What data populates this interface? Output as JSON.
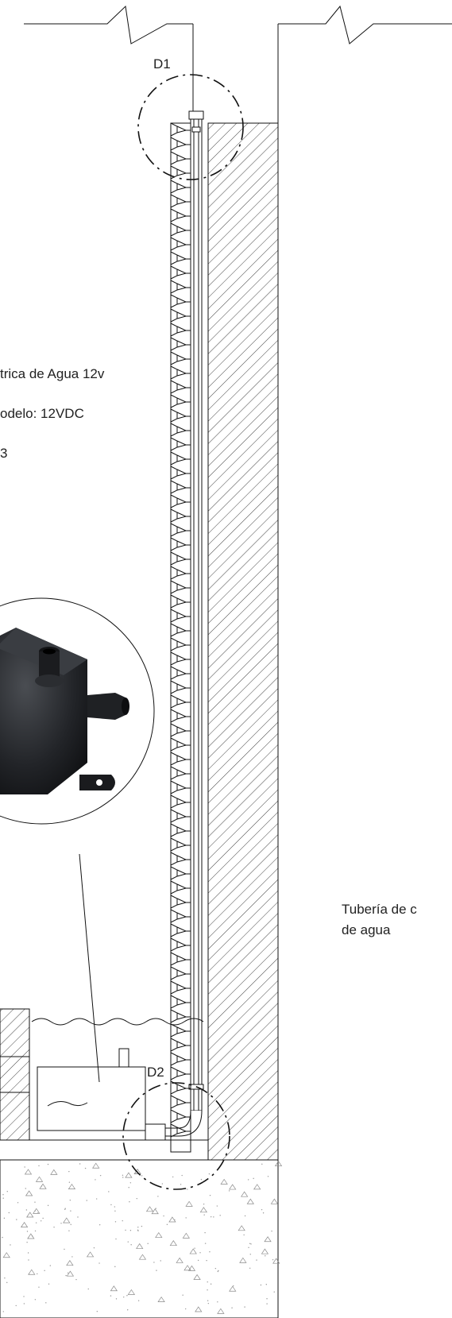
{
  "detail_markers": {
    "d1": "D1",
    "d2": "D2"
  },
  "pump_spec": {
    "line1": "trica de Agua 12v",
    "line2": "odelo: 12VDC",
    "line3": "3"
  },
  "pipe_note": {
    "line1": "Tubería de c",
    "line2": "de agua"
  },
  "colors": {
    "line": "#111111",
    "pump_body": "#1d1f22",
    "concrete_dots": "#9a9a9a"
  }
}
